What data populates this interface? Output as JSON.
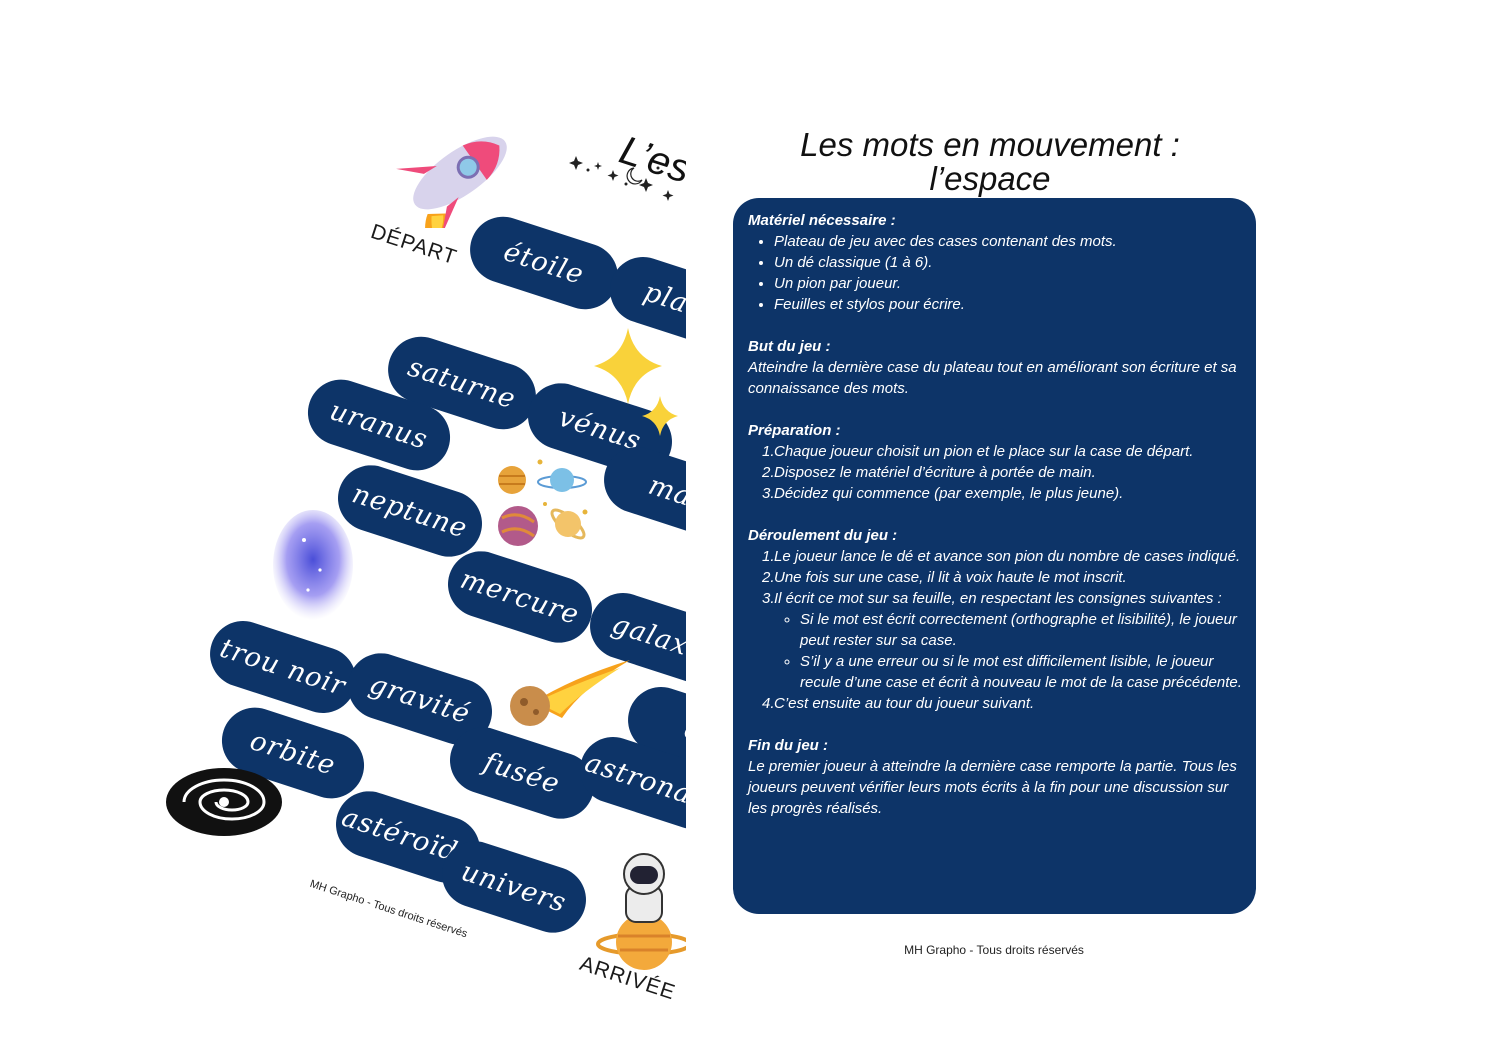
{
  "board": {
    "title_fragment": "L’es",
    "start_label": "DÉPART",
    "end_label": "ARRIVÉE",
    "credit": "MH Grapho -  Tous droits réservés",
    "tiles": [
      "étoile",
      "planè",
      "saturne",
      "uranus",
      "vénus",
      "neptune",
      "mar",
      "mercure",
      "galaxie",
      "trou noir",
      "gravité",
      "co",
      "orbite",
      "fusée",
      "astronaut",
      "astéroïde",
      "univers"
    ]
  },
  "rules": {
    "title_line1": "Les mots en mouvement :",
    "title_line2": "l’espace",
    "materiel": {
      "title": "Matériel nécessaire :",
      "items": [
        "Plateau de jeu avec des cases contenant des mots.",
        "Un dé classique (1 à 6).",
        "Un pion par joueur.",
        "Feuilles et stylos pour écrire."
      ]
    },
    "but": {
      "title": "But du jeu :",
      "text": "Atteindre la dernière case du plateau tout en améliorant son écriture et sa connaissance des mots."
    },
    "preparation": {
      "title": "Préparation :",
      "items": [
        "Chaque joueur choisit un pion et le place sur la case de départ.",
        "Disposez le matériel d’écriture à portée de main.",
        "Décidez qui commence (par exemple, le plus jeune)."
      ]
    },
    "deroulement": {
      "title": "Déroulement du jeu :",
      "item1": "Le joueur lance le dé et avance son pion du nombre de cases indiqué.",
      "item2": "Une fois sur une case, il lit à voix haute le mot inscrit.",
      "item3": "Il écrit ce mot sur sa feuille, en respectant les consignes suivantes :",
      "sub1": "Si le mot est écrit correctement (orthographe et lisibilité), le joueur peut rester sur sa case.",
      "sub2": "S’il y a une erreur ou si le mot est difficilement lisible, le joueur recule d’une case et écrit à nouveau le mot de la case précédente.",
      "item4": "C’est ensuite au tour du joueur suivant."
    },
    "fin": {
      "title": "Fin du jeu :",
      "text": "Le premier joueur à atteindre la dernière case remporte la partie. Tous les joueurs peuvent vérifier leurs mots écrits à la fin pour une discussion sur les progrès réalisés."
    },
    "credit": "MH Grapho -  Tous droits réservés"
  },
  "colors": {
    "tile": "#0d3468",
    "card": "#0d3468",
    "text_on_dark": "#ffffff"
  }
}
